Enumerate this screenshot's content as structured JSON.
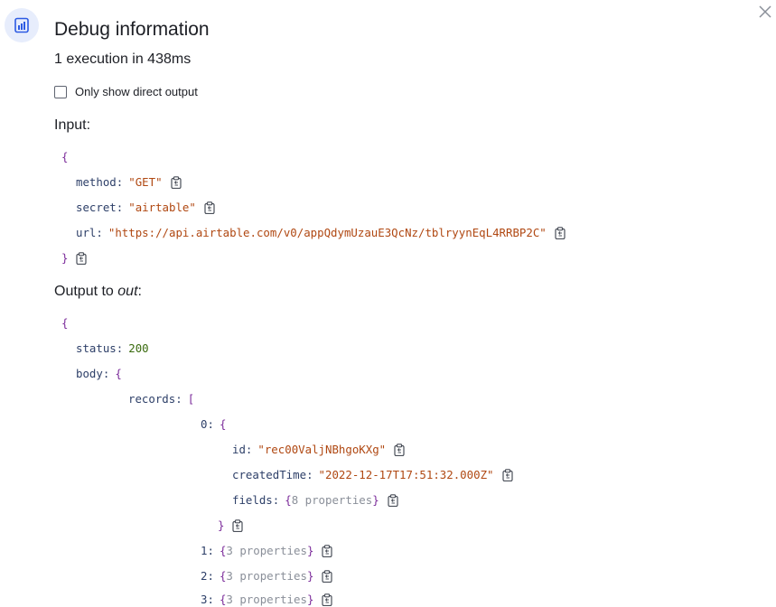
{
  "header": {
    "title": "Debug information",
    "summary": "1 execution in 438ms",
    "direct_output_label": "Only show direct output"
  },
  "input_section": {
    "label": "Input:",
    "open_brace": "{",
    "close_brace": "}",
    "fields": [
      {
        "key": "method",
        "value": "\"GET\""
      },
      {
        "key": "secret",
        "value": "\"airtable\""
      },
      {
        "key": "url",
        "value": "\"https://api.airtable.com/v0/appQdymUzauE3QcNz/tblryynEqL4RRBP2C\""
      }
    ]
  },
  "output_section": {
    "label_prefix": "Output to ",
    "label_target": "out",
    "label_suffix": ":",
    "open_brace": "{",
    "status_key": "status",
    "status_value": "200",
    "body_key": "body",
    "body_open": "{",
    "records_key": "records",
    "records_open": "[",
    "record0": {
      "index": "0",
      "open": "{",
      "close": "}",
      "fields": [
        {
          "key": "id",
          "value": "\"rec00ValjNBhgoKXg\""
        },
        {
          "key": "createdTime",
          "value": "\"2022-12-17T17:51:32.000Z\""
        }
      ],
      "fields_key": "fields",
      "fields_summary": "8 properties"
    },
    "collapsed_records": [
      {
        "index": "1",
        "summary": "3 properties"
      },
      {
        "index": "2",
        "summary": "3 properties"
      },
      {
        "index": "3",
        "summary": "3 properties"
      }
    ]
  },
  "colors": {
    "brace": "#7b2b9a",
    "key": "#2d3f68",
    "string": "#b04812",
    "number": "#3a6b0e",
    "meta": "#8a8f99",
    "accent": "#2d5be3"
  },
  "icons": [
    "chart-icon",
    "close-icon",
    "copy-icon"
  ]
}
